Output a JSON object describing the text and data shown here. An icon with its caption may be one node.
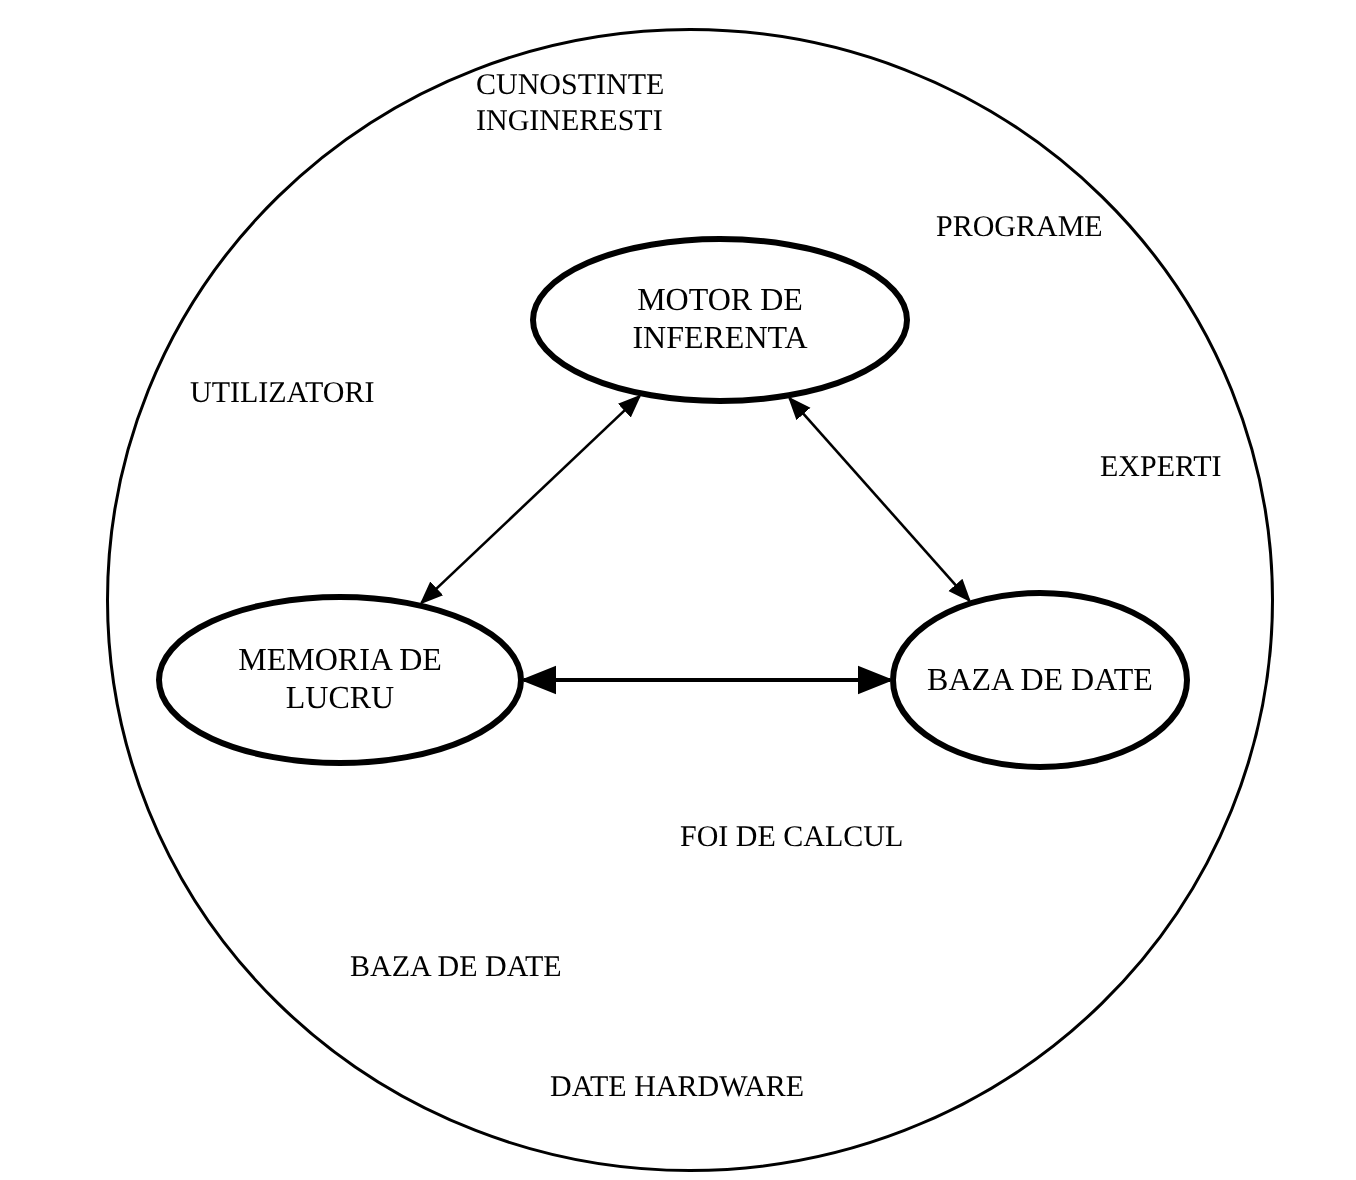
{
  "diagram": {
    "nodes": [
      {
        "text": [],
        "shape": "circle"
      },
      {
        "text": [
          "MOTOR DE INFERENTA"
        ],
        "in": 0
      },
      {
        "text": [
          "MEMORIA DE LUCRU"
        ],
        "in": 0
      },
      {
        "text": [
          "BAZA DE DATE"
        ],
        "in": 0
      }
    ],
    "edges": [
      {
        "from": 2,
        "to": 1,
        "arrow": "both"
      },
      {
        "from": 1,
        "to": 3,
        "arrow": "both"
      },
      {
        "from": 2,
        "to": 3,
        "arrow": "both"
      }
    ],
    "labels": [
      "CUNOSTINTE INGINERESTI",
      "PROGRAME",
      "UTILIZATORI",
      "EXPERTI",
      "FOI DE CALCUL",
      "BAZA DE DATE",
      "DATE HARDWARE"
    ]
  }
}
